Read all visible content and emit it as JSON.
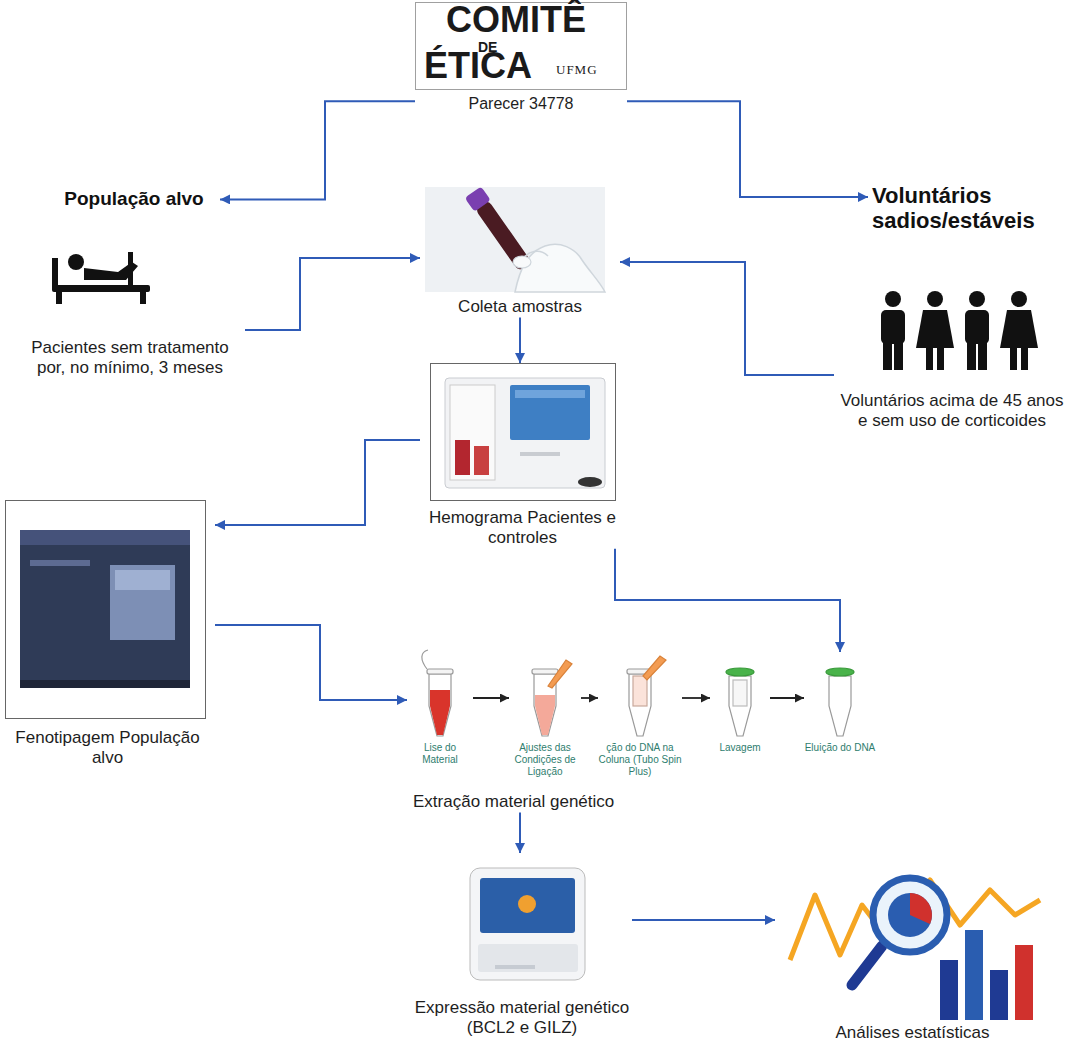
{
  "diagram": {
    "nodes": [
      {
        "text": [
          "COMITÊ",
          "DE",
          "ÉTICA",
          "UFMG",
          "Parecer 34778"
        ]
      },
      {
        "text": [
          "População alvo"
        ]
      },
      {
        "text": [
          "Voluntários sadios/estáveis"
        ]
      },
      {
        "text": [
          "Coleta amostras"
        ]
      },
      {
        "text": [
          "Pacientes sem tratamento por, no mínimo, 3 meses"
        ]
      },
      {
        "text": [
          "Voluntários acima de 45 anos e sem uso de corticoides"
        ]
      },
      {
        "text": [
          "Hemograma Pacientes e controles"
        ]
      },
      {
        "text": [
          "Fenotipagem População alvo"
        ]
      },
      {
        "text": [
          "Extração material genético"
        ]
      },
      {
        "text": [
          "Lise do Material"
        ],
        "in": 8
      },
      {
        "text": [
          "Ajustes das Condições de Ligação"
        ],
        "in": 8
      },
      {
        "text": [
          "ção do DNA na Coluna (Tubo Spin Plus)"
        ],
        "in": 8
      },
      {
        "text": [
          "Lavagem"
        ],
        "in": 8
      },
      {
        "text": [
          "Eluição do DNA"
        ],
        "in": 8
      },
      {
        "text": [
          "Expressão material genético (BCL2 e GILZ)"
        ]
      },
      {
        "text": [
          "Análises estatísticas"
        ]
      }
    ],
    "edges": [
      {
        "from": 0,
        "to": 1,
        "arrow": "to"
      },
      {
        "from": 0,
        "to": 2,
        "arrow": "to"
      },
      {
        "from": 4,
        "to": 3,
        "arrow": "to"
      },
      {
        "from": 5,
        "to": 3,
        "arrow": "to"
      },
      {
        "from": 3,
        "to": 6,
        "arrow": "to"
      },
      {
        "from": 6,
        "to": 7,
        "arrow": "to"
      },
      {
        "from": 6,
        "to": 13,
        "arrow": "to"
      },
      {
        "from": 7,
        "to": 9,
        "arrow": "to"
      },
      {
        "from": 9,
        "to": 10,
        "arrow": "to"
      },
      {
        "from": 10,
        "to": 11,
        "arrow": "to"
      },
      {
        "from": 11,
        "to": 12,
        "arrow": "to"
      },
      {
        "from": 12,
        "to": 13,
        "arrow": "to"
      },
      {
        "from": 8,
        "to": 14,
        "arrow": "to"
      },
      {
        "from": 14,
        "to": 15,
        "arrow": "to"
      }
    ]
  }
}
